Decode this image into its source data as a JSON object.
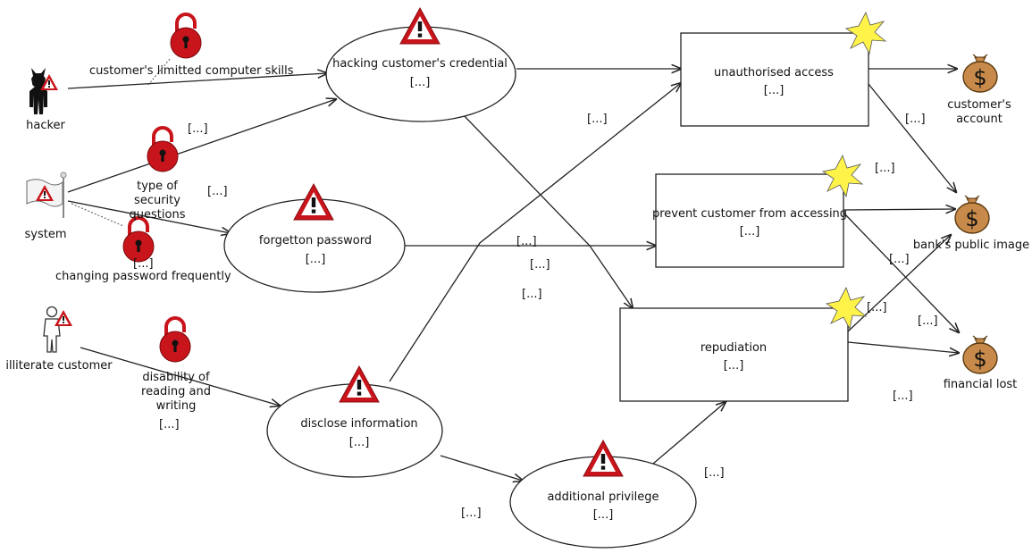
{
  "actors": {
    "hacker": "hacker",
    "system": "system",
    "illiterate": "illiterate customer"
  },
  "vulnerabilities": {
    "computer_skills": "customer's limitted computer skills",
    "security_questions": "type of security questions",
    "changing_password": "changing password frequently",
    "reading_writing": "disability of reading and writing"
  },
  "threats": {
    "hacking_credential": "hacking customer's credential",
    "forgotten_password": "forgetton password",
    "disclose_information": "disclose information",
    "additional_privilege": "additional privilege"
  },
  "incidents": {
    "unauthorised_access": "unauthorised access",
    "prevent_access": "prevent customer from accessing",
    "repudiation": "repudiation"
  },
  "assets": {
    "customer_account": "customer's account",
    "public_image": "bank's public image",
    "financial_lost": "financial lost"
  },
  "ellipsis": "[...]",
  "colors": {
    "lock": "#c8141b",
    "warning_border": "#c8141b",
    "moneybag": "#c88a4a",
    "star": "#fff34a",
    "line": "#222222"
  }
}
